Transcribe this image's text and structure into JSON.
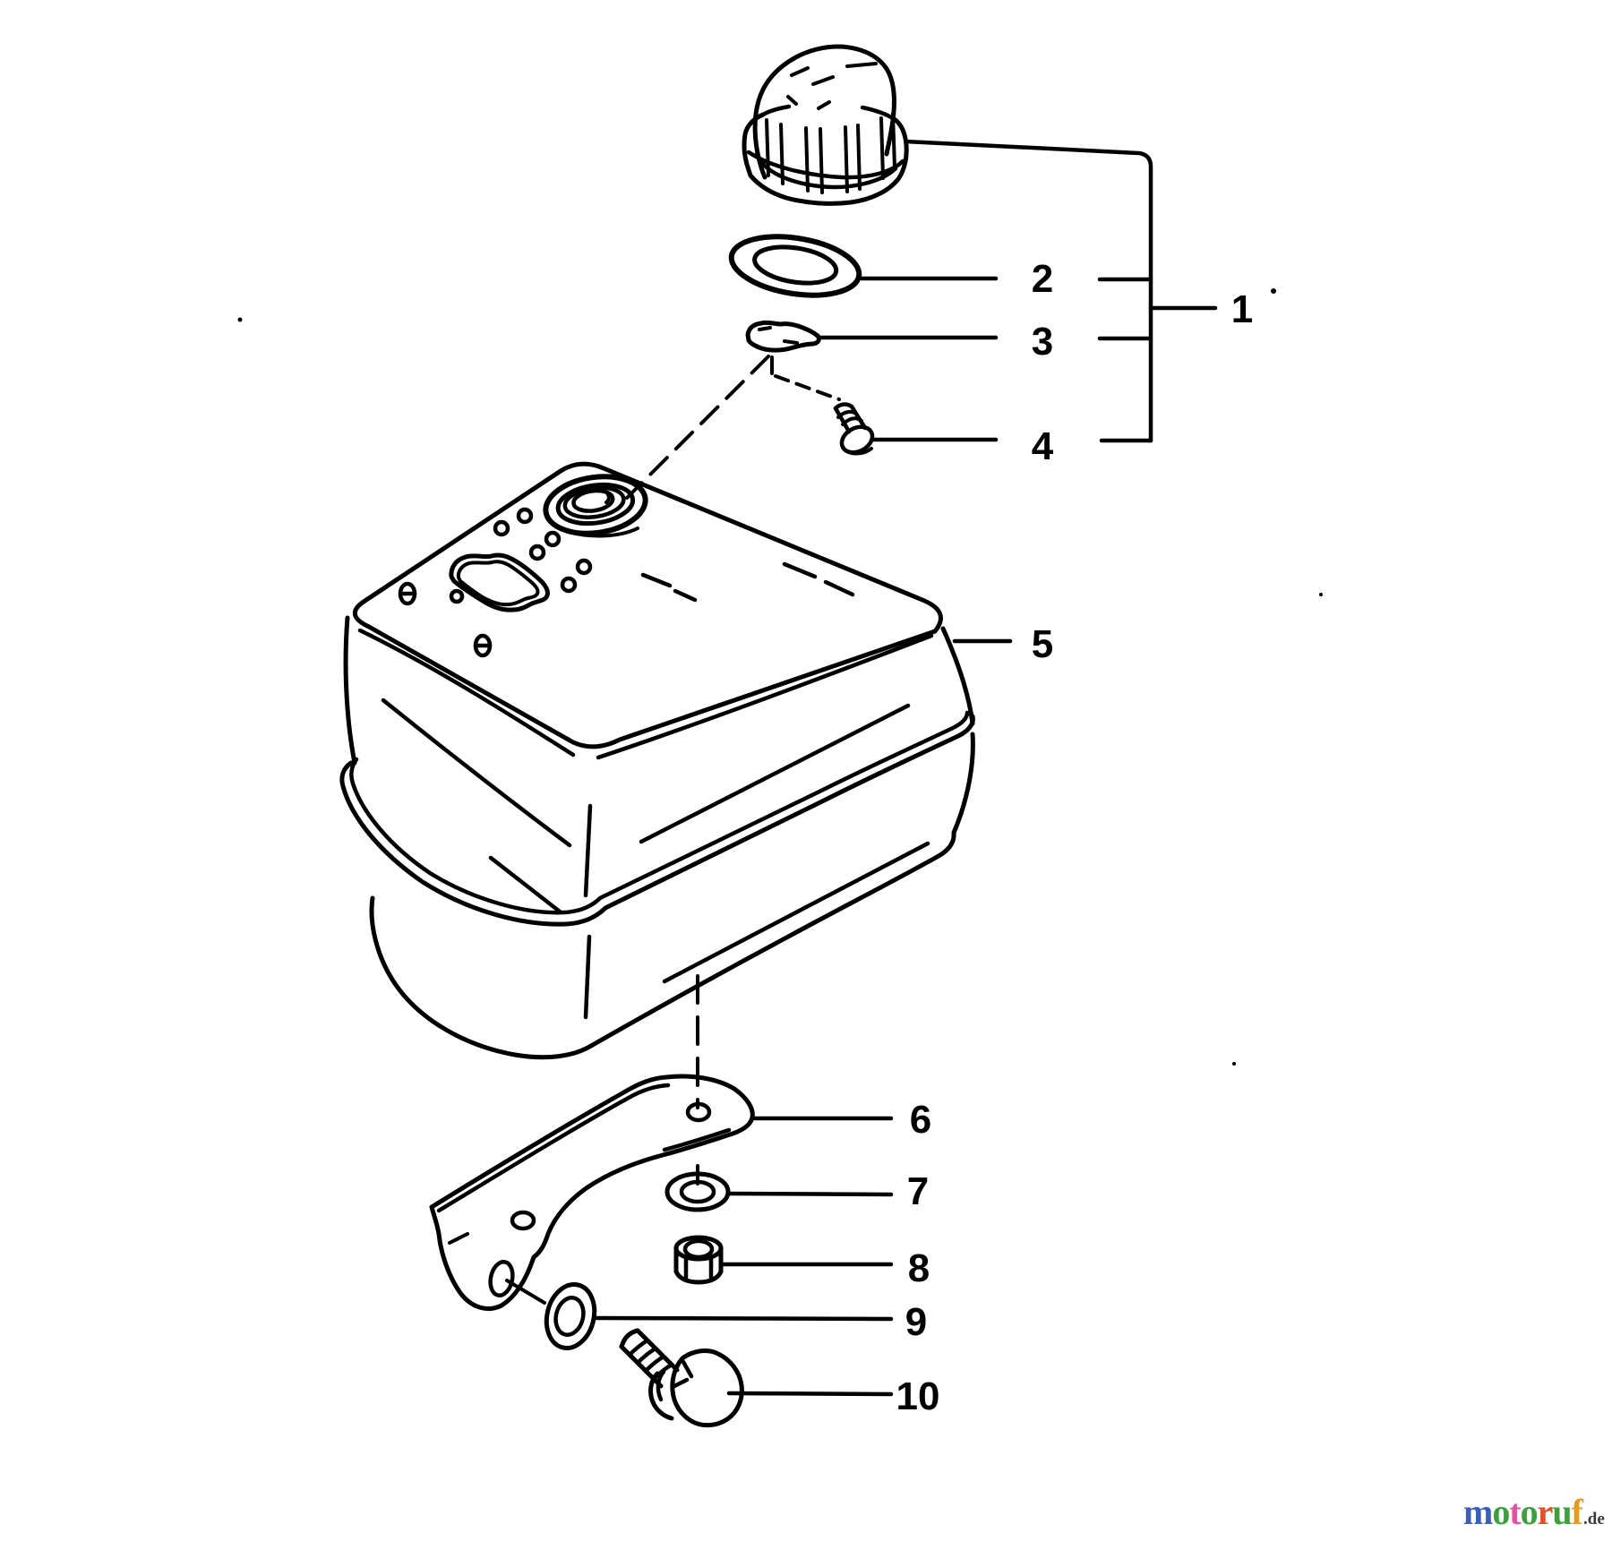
{
  "diagram": {
    "background_color": "#ffffff",
    "line_color": "#000000",
    "part_labels": [
      {
        "id": "part-1",
        "label": "1"
      },
      {
        "id": "part-2",
        "label": "2"
      },
      {
        "id": "part-3",
        "label": "3"
      },
      {
        "id": "part-4",
        "label": "4"
      },
      {
        "id": "part-5",
        "label": "5"
      },
      {
        "id": "part-6",
        "label": "6"
      },
      {
        "id": "part-7",
        "label": "7"
      },
      {
        "id": "part-8",
        "label": "8"
      },
      {
        "id": "part-9",
        "label": "9"
      },
      {
        "id": "part-10",
        "label": "10"
      }
    ]
  },
  "watermark": {
    "text": "motoruf.de",
    "letters": [
      {
        "char": "m",
        "color": "#3c5eb8"
      },
      {
        "char": "o",
        "color": "#3f9f3f"
      },
      {
        "char": "t",
        "color": "#e0559f"
      },
      {
        "char": "o",
        "color": "#3f9f3f"
      },
      {
        "char": "r",
        "color": "#d9542b"
      },
      {
        "char": "u",
        "color": "#3f9f3f"
      },
      {
        "char": "f",
        "color": "#e59a21"
      }
    ],
    "suffix": ".de",
    "suffix_color": "#3a3a3a"
  }
}
